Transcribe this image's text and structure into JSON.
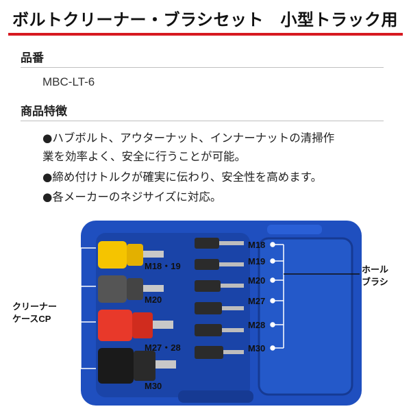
{
  "header": {
    "title": "ボルトクリーナー・ブラシセット　小型トラック用",
    "accent_color": "#d71920"
  },
  "sections": {
    "part_number": {
      "heading": "品番",
      "value": "MBC-LT-6"
    },
    "features": {
      "heading": "商品特徴",
      "lines": [
        "●ハブボルト、アウターナット、インナーナットの清掃作",
        "業を効率よく、安全に行うことが可能。",
        "●締め付けトルクが確実に伝わり、安全性を高めます。",
        "●各メーカーのネジサイズに対応。"
      ]
    }
  },
  "photo": {
    "case_color": "#1f4fbf",
    "cleaner_group_label_line1": "クリーナー",
    "cleaner_group_label_line2": "ケースCP",
    "cleaner_sizes": [
      "M18・19",
      "M20",
      "M27・28",
      "M30"
    ],
    "cleaner_colors": [
      "#f5c400",
      "#555555",
      "#e8392a",
      "#1a1a1a"
    ],
    "brush_sizes": [
      "M18",
      "M19",
      "M20",
      "M27",
      "M28",
      "M30"
    ],
    "brush_group_label_line1": "ホール",
    "brush_group_label_line2": "ブラシ"
  }
}
